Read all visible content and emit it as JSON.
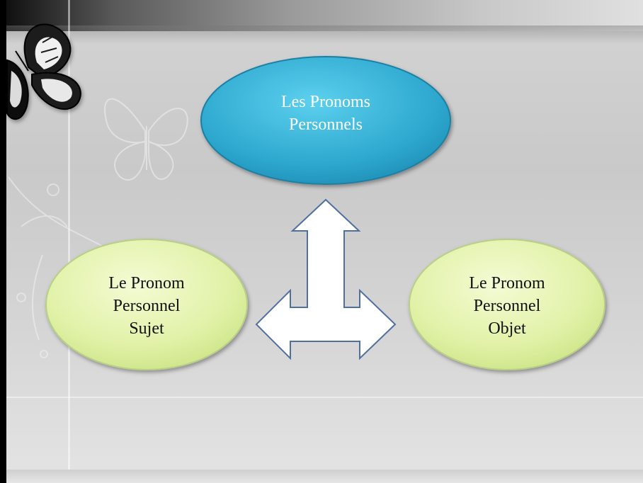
{
  "nodes": {
    "top": {
      "line1": "Les Pronoms",
      "line2": "Personnels",
      "color": "#3ab0d2"
    },
    "left": {
      "line1": "Le Pronom",
      "line2": "Personnel",
      "line3": "Sujet",
      "color": "#e3f3ae"
    },
    "right": {
      "line1": "Le Pronom",
      "line2": "Personnel",
      "line3": "Objet",
      "color": "#e3f3ae"
    }
  },
  "arrow": {
    "fill": "#ffffff",
    "stroke": "#4f6f9f"
  }
}
